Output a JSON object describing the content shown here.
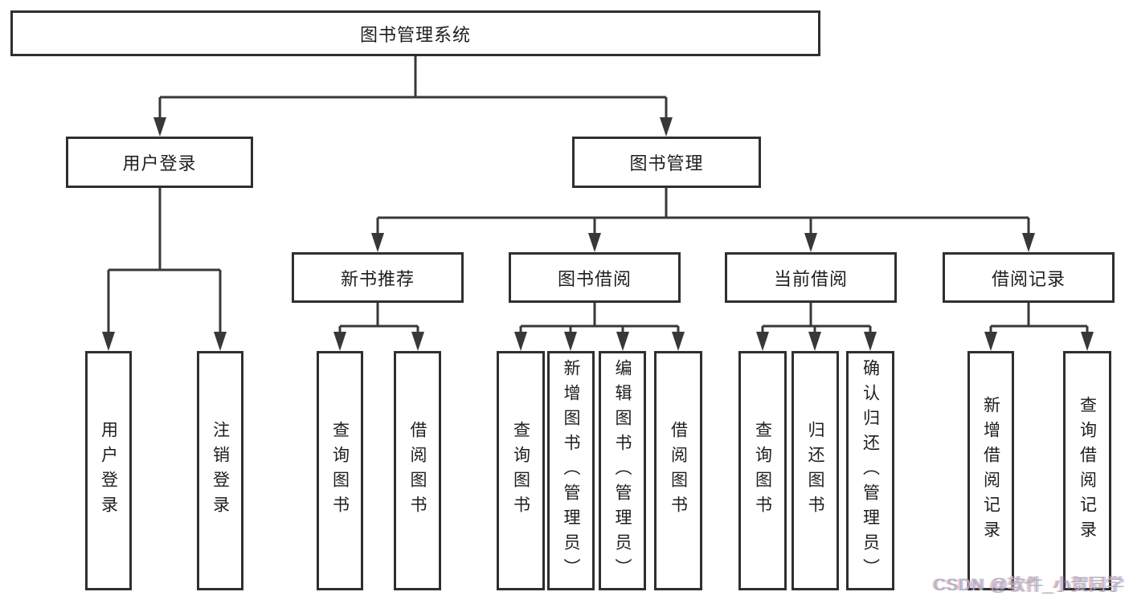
{
  "diagram": {
    "root": {
      "label": "图书管理系统"
    },
    "branches": [
      {
        "label": "用户登录",
        "children": [
          {
            "label": "用户登录"
          },
          {
            "label": "注销登录"
          }
        ]
      },
      {
        "label": "图书管理",
        "children": [
          {
            "label": "新书推荐",
            "children": [
              {
                "label": "查询图书"
              },
              {
                "label": "借阅图书"
              }
            ]
          },
          {
            "label": "图书借阅",
            "children": [
              {
                "label": "查询图书"
              },
              {
                "label": "新增图书（管理员）"
              },
              {
                "label": "编辑图书（管理员）"
              },
              {
                "label": "借阅图书"
              }
            ]
          },
          {
            "label": "当前借阅",
            "children": [
              {
                "label": "查询图书"
              },
              {
                "label": "归还图书"
              },
              {
                "label": "确认归还（管理员）"
              }
            ]
          },
          {
            "label": "借阅记录",
            "children": [
              {
                "label": "新增借阅记录"
              },
              {
                "label": "查询借阅记录"
              }
            ]
          }
        ]
      }
    ]
  },
  "watermark": {
    "text": "CSDN @软件_小贺同学"
  },
  "colors": {
    "line": "#383838",
    "box_border": "#2f2f2f",
    "text": "#1e1e1e",
    "background": "#ffffff",
    "watermark": "#b2b2ba"
  }
}
